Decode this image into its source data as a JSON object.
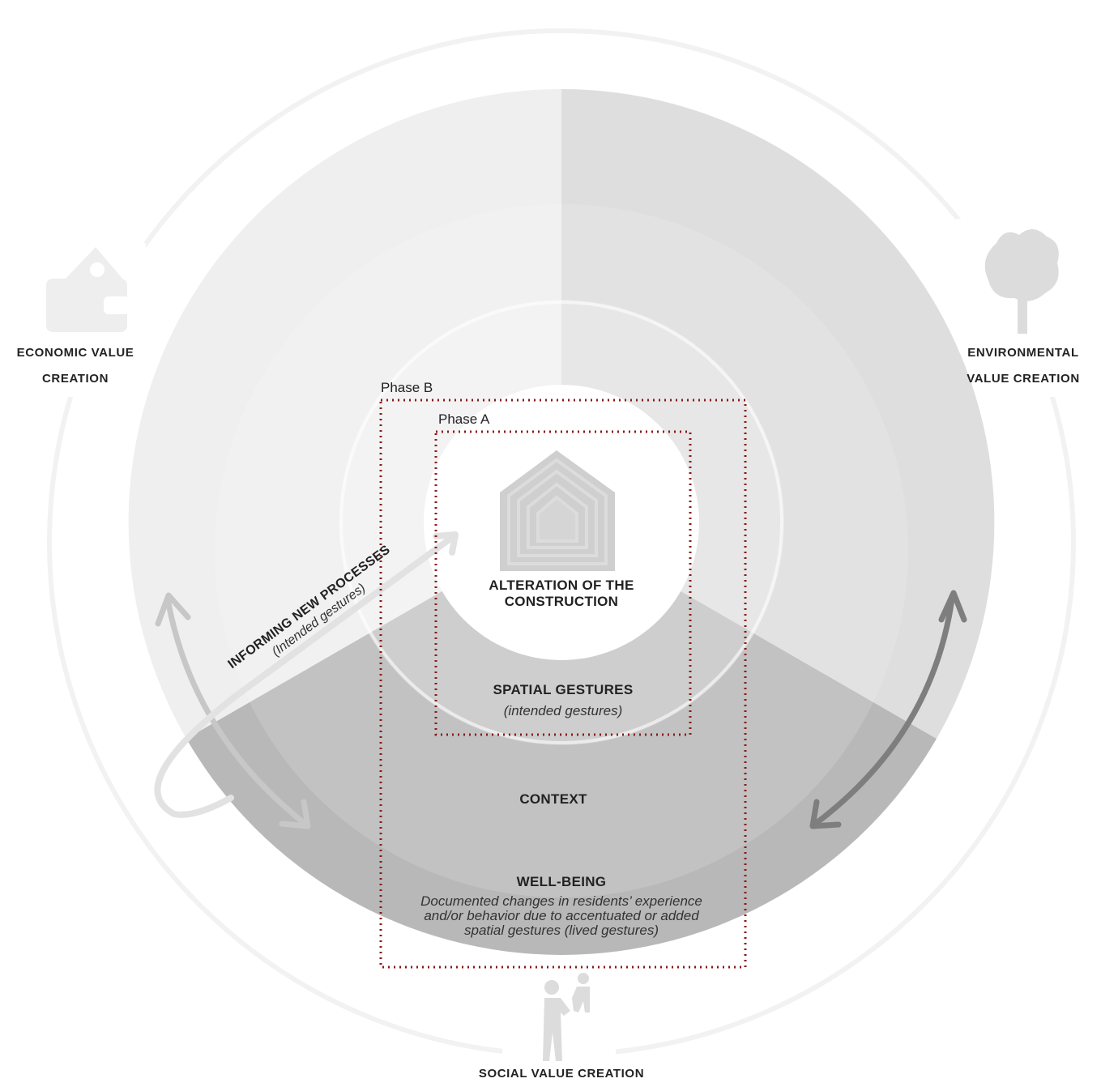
{
  "outer_labels": {
    "economic": [
      "ECONOMIC VALUE",
      "CREATION"
    ],
    "environmental": [
      "ENVIRONMENTAL",
      "VALUE CREATION"
    ],
    "social": "SOCIAL VALUE CREATION"
  },
  "phases": {
    "phase_b": "Phase B",
    "phase_a": "Phase A"
  },
  "core": {
    "title_line1": "ALTERATION OF THE",
    "title_line2": "CONSTRUCTION"
  },
  "rings": {
    "spatial_gestures": {
      "title": "SPATIAL GESTURES",
      "subtitle": "(intended gestures)"
    },
    "context": {
      "title": "CONTEXT"
    },
    "well_being": {
      "title": "WELL-BEING",
      "desc_line1": "Documented changes in residents’ experience",
      "desc_line2": "and/or behavior due to accentuated or added",
      "desc_line3": "spatial gestures (lived gestures)"
    }
  },
  "feedback": {
    "title": "INFORMING NEW PROCESSES",
    "subtitle": "(Intended gestures)"
  },
  "colors": {
    "economic_light": "#f0f0f0",
    "environmental": "#dedede",
    "social": "#b9b9b9",
    "phase_border": "#8b1a1a",
    "icon_gray": "#c8c8c8"
  },
  "icons": [
    "wallet-icon",
    "tree-icon",
    "people-icon",
    "house-loop-icon"
  ]
}
